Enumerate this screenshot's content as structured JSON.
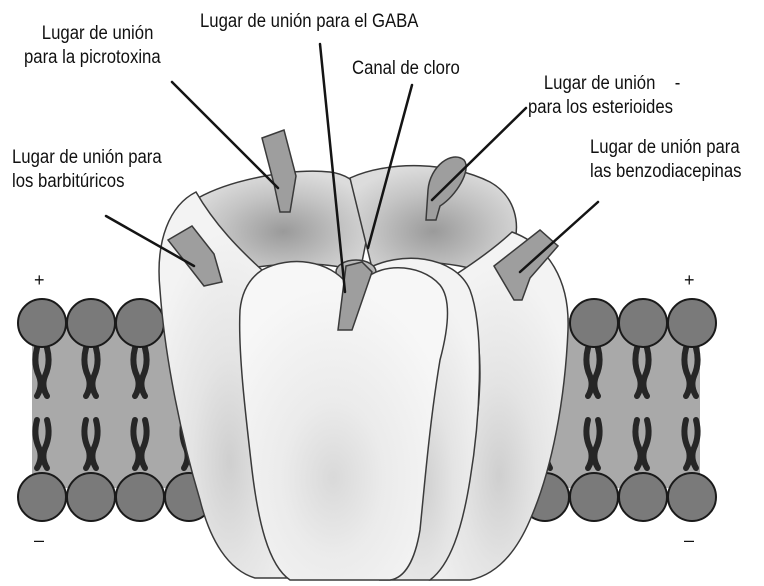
{
  "labels": {
    "gaba": "Lugar de unión para el GABA",
    "picrotoxina": [
      "Lugar de unión",
      "para la picrotoxina"
    ],
    "canal": "Canal de cloro",
    "esteroides": [
      "Lugar de unión",
      "para los esterioides"
    ],
    "esteroides_mark": "-",
    "barbituricos": [
      "Lugar de unión para",
      "los barbitúricos"
    ],
    "benzodiacepinas": [
      "Lugar de unión para",
      "las benzodiacepinas"
    ]
  },
  "membrane_signs": {
    "top_left": "+",
    "top_right": "+",
    "bottom_left": "–",
    "bottom_right": "–"
  },
  "colors": {
    "membrane_band": "#a9a9a9",
    "lipid_head": "#7a7a7a",
    "lipid_tail": "#262626",
    "site_fill": "#9e9e9e",
    "pointer": "#141414"
  }
}
